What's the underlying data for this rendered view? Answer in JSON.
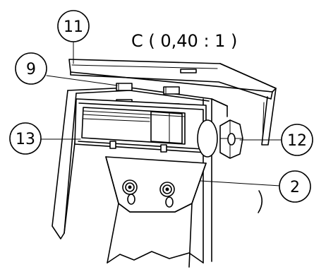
{
  "view_label": "C ( 0,40 : 1 )",
  "callouts": [
    "11",
    "9",
    "13",
    "12",
    "2"
  ]
}
